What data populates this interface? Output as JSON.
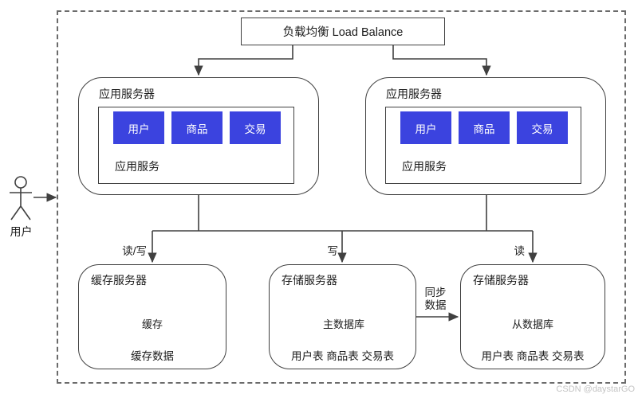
{
  "watermark": "CSDN @daystarGO",
  "actor": {
    "label": "用户"
  },
  "load_balancer": {
    "label": "负载均衡 Load Balance"
  },
  "app_servers": [
    {
      "title": "应用服务器",
      "inner_label": "应用服务",
      "modules": [
        "用户",
        "商品",
        "交易"
      ]
    },
    {
      "title": "应用服务器",
      "inner_label": "应用服务",
      "modules": [
        "用户",
        "商品",
        "交易"
      ]
    }
  ],
  "edge_labels": {
    "cache": "读/写",
    "write": "写",
    "read": "读",
    "sync": "同步\n数据"
  },
  "cache_server": {
    "title": "缓存服务器",
    "db_label": "缓存",
    "caption": "缓存数据"
  },
  "master_storage": {
    "title": "存储服务器",
    "db_label": "主数据库",
    "caption": "用户表 商品表 交易表"
  },
  "slave_storage": {
    "title": "存储服务器",
    "db_label": "从数据库",
    "caption": "用户表 商品表 交易表"
  },
  "colors": {
    "module_fill": "#3B43DF",
    "module_text": "#FFFFFF",
    "line": "#404040",
    "border_dotted": "#6B6B6B",
    "watermark": "#C4C4C4"
  }
}
